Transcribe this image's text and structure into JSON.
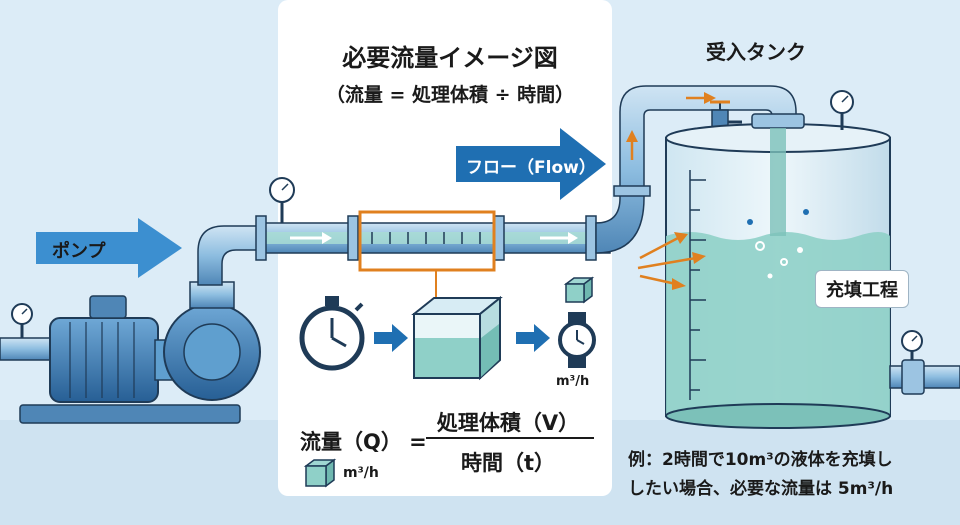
{
  "title": "必要流量イメージ図",
  "subtitle": "（流量 = 処理体積 ÷ 時間）",
  "labels": {
    "pump": "ポンプ",
    "flow": "フロー（Flow）",
    "tank": "受入タンク",
    "filling": "充填工程",
    "rate_unit_small": "m³/h"
  },
  "formula": {
    "left": "流量（Q） =",
    "numerator": "処理体積（V）",
    "denominator": "時間（t）",
    "unit": "m³/h"
  },
  "example": {
    "line1": "例：2時間で10m³の液体を充填し",
    "line2": "したい場合、必要な流量は 5m³/h"
  },
  "colors": {
    "background": "#dfeef8",
    "panel": "#ffffff",
    "pipe": "#5f9fcf",
    "liquid": "#8fd0c8",
    "arrow_blue": "#1f6fb2",
    "accent_orange": "#e0801f",
    "outline": "#1f3b57"
  },
  "icons": [
    "stopwatch-icon",
    "volume-cube-icon",
    "wristwatch-icon",
    "pressure-gauge-icon",
    "valve-icon"
  ]
}
